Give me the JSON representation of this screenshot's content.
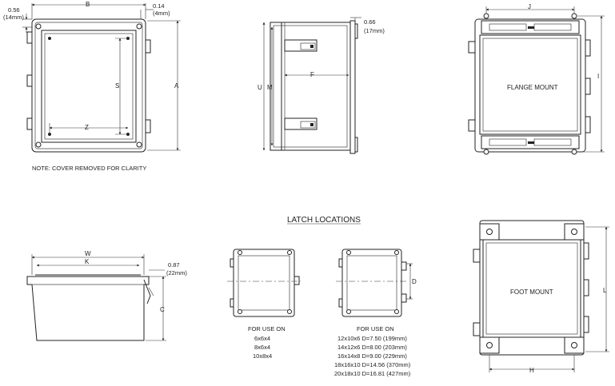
{
  "dims": {
    "top_offset": {
      "in": "0.56",
      "mm": "(14mm)"
    },
    "b": "B",
    "b_offset": {
      "in": "0.14",
      "mm": "(4mm)"
    },
    "s": "S",
    "a": "A",
    "z": "Z",
    "side_offset": {
      "in": "0.66",
      "mm": "(17mm)"
    },
    "u": "U",
    "m": "M",
    "f": "F",
    "j": "J",
    "i": "I",
    "w": "W",
    "k": "K",
    "c": "C",
    "w_offset": {
      "in": "0.87",
      "mm": "(22mm)"
    },
    "d": "D",
    "l": "L",
    "h": "H"
  },
  "labels": {
    "note": "NOTE: COVER REMOVED FOR CLARITY",
    "flange_mount": "FLANGE MOUNT",
    "foot_mount": "FOOT MOUNT",
    "latch_locations": "LATCH LOCATIONS"
  },
  "latch_small": {
    "header": "FOR USE ON",
    "sizes": [
      "6x6x4",
      "8x6x4",
      "10x8x4"
    ]
  },
  "latch_large": {
    "header": "FOR USE ON",
    "sizes": [
      "12x10x6 D=7.50 (199mm)",
      "14x12x6 D=8.00 (203mm)",
      "16x14x8 D=9.00 (229mm)",
      "18x16x10 D=14.56 (370mm)",
      "20x18x10 D=16.81 (427mm)"
    ]
  }
}
